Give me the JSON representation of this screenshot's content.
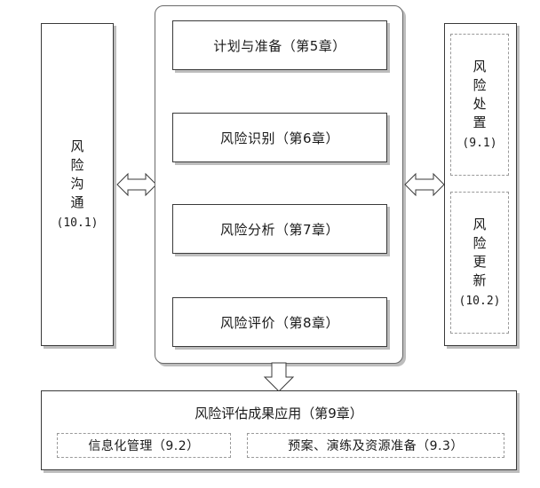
{
  "left_panel": {
    "chars": [
      "风",
      "险",
      "沟",
      "通"
    ],
    "ref": "(10.1)"
  },
  "steps": [
    "计划与准备（第5章）",
    "风险识别（第6章）",
    "风险分析（第7章）",
    "风险评价（第8章）"
  ],
  "right_panel": {
    "top": {
      "chars": [
        "风",
        "险",
        "处",
        "置"
      ],
      "ref": "(9.1)"
    },
    "bottom": {
      "chars": [
        "风",
        "险",
        "更",
        "新"
      ],
      "ref": "(10.2)"
    }
  },
  "bottom_panel": {
    "title": "风险评估成果应用（第9章）",
    "items": [
      "信息化管理（9.2）",
      "预案、演练及资源准备（9.3）"
    ]
  }
}
